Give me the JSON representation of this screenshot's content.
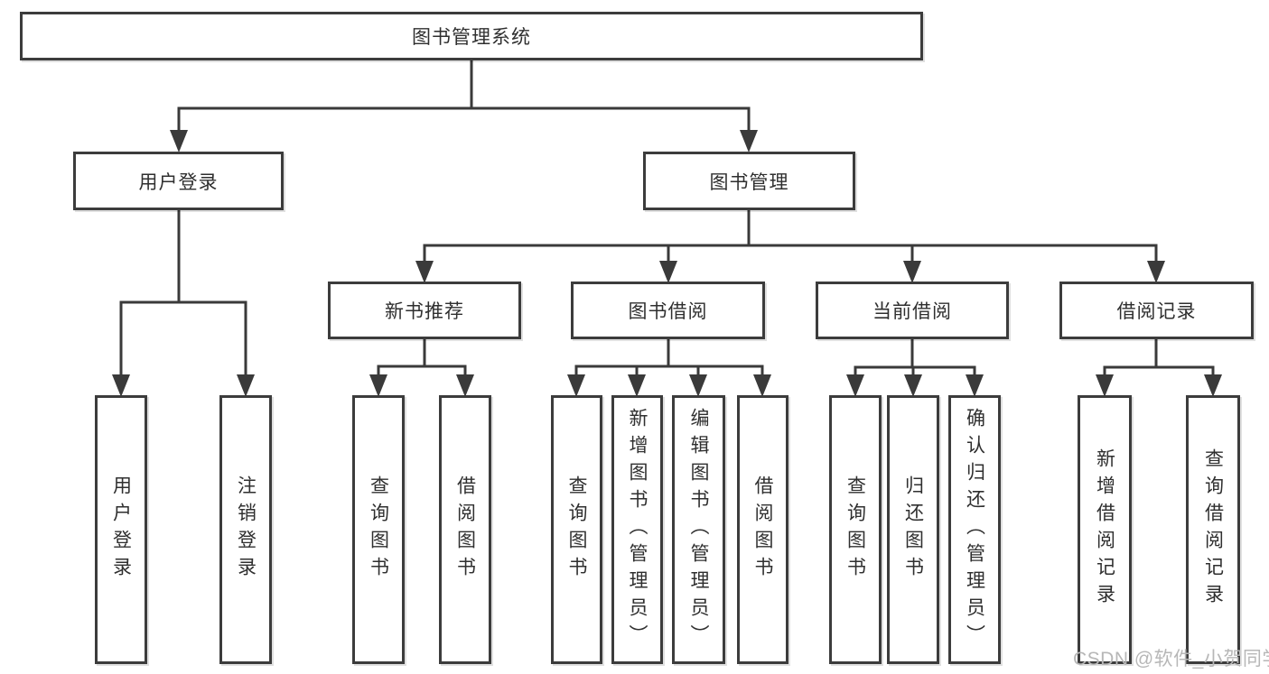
{
  "tree": {
    "root": "图书管理系统",
    "branches": [
      {
        "label": "用户登录",
        "children": [
          "用户登录",
          "注销登录"
        ]
      },
      {
        "label": "图书管理",
        "children": [
          {
            "label": "新书推荐",
            "children": [
              "查询图书",
              "借阅图书"
            ]
          },
          {
            "label": "图书借阅",
            "children": [
              "查询图书",
              "新增图书（管理员）",
              "编辑图书（管理员）",
              "借阅图书"
            ]
          },
          {
            "label": "当前借阅",
            "children": [
              "查询图书",
              "归还图书",
              "确认归还（管理员）"
            ]
          },
          {
            "label": "借阅记录",
            "children": [
              "新增借阅记录",
              "查询借阅记录"
            ]
          }
        ]
      }
    ]
  },
  "watermark": {
    "text": "CSDN @软件_小贺同学"
  },
  "colors": {
    "line": "#3a3a3a",
    "box_border": "#3c3c3c",
    "text": "#2f2f2f",
    "background": "#ffffff",
    "watermark": "#b7b7b7"
  }
}
